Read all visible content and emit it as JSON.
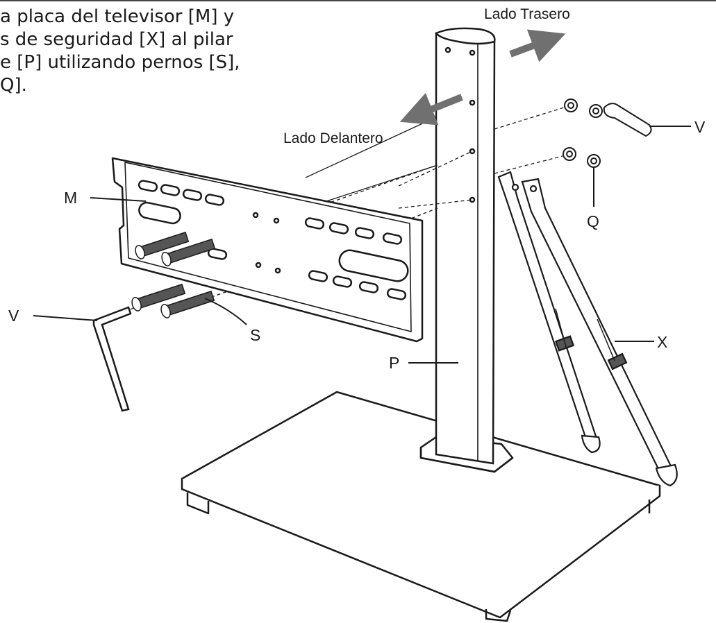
{
  "instructions": {
    "lines": [
      "a placa del televisor [M] y",
      "s de seguridad [X] al pilar",
      "e [P] utilizando pernos [S],",
      "Q]."
    ]
  },
  "directions": {
    "rear": "Lado Trasero",
    "front": "Lado Delantero"
  },
  "labels": {
    "M": "M",
    "V_top": "V",
    "Q": "Q",
    "V_left": "V",
    "S": "S",
    "P": "P",
    "X": "X"
  },
  "colors": {
    "line": "#1a1a1a",
    "arrow": "#707070",
    "bolt": "#555555"
  }
}
